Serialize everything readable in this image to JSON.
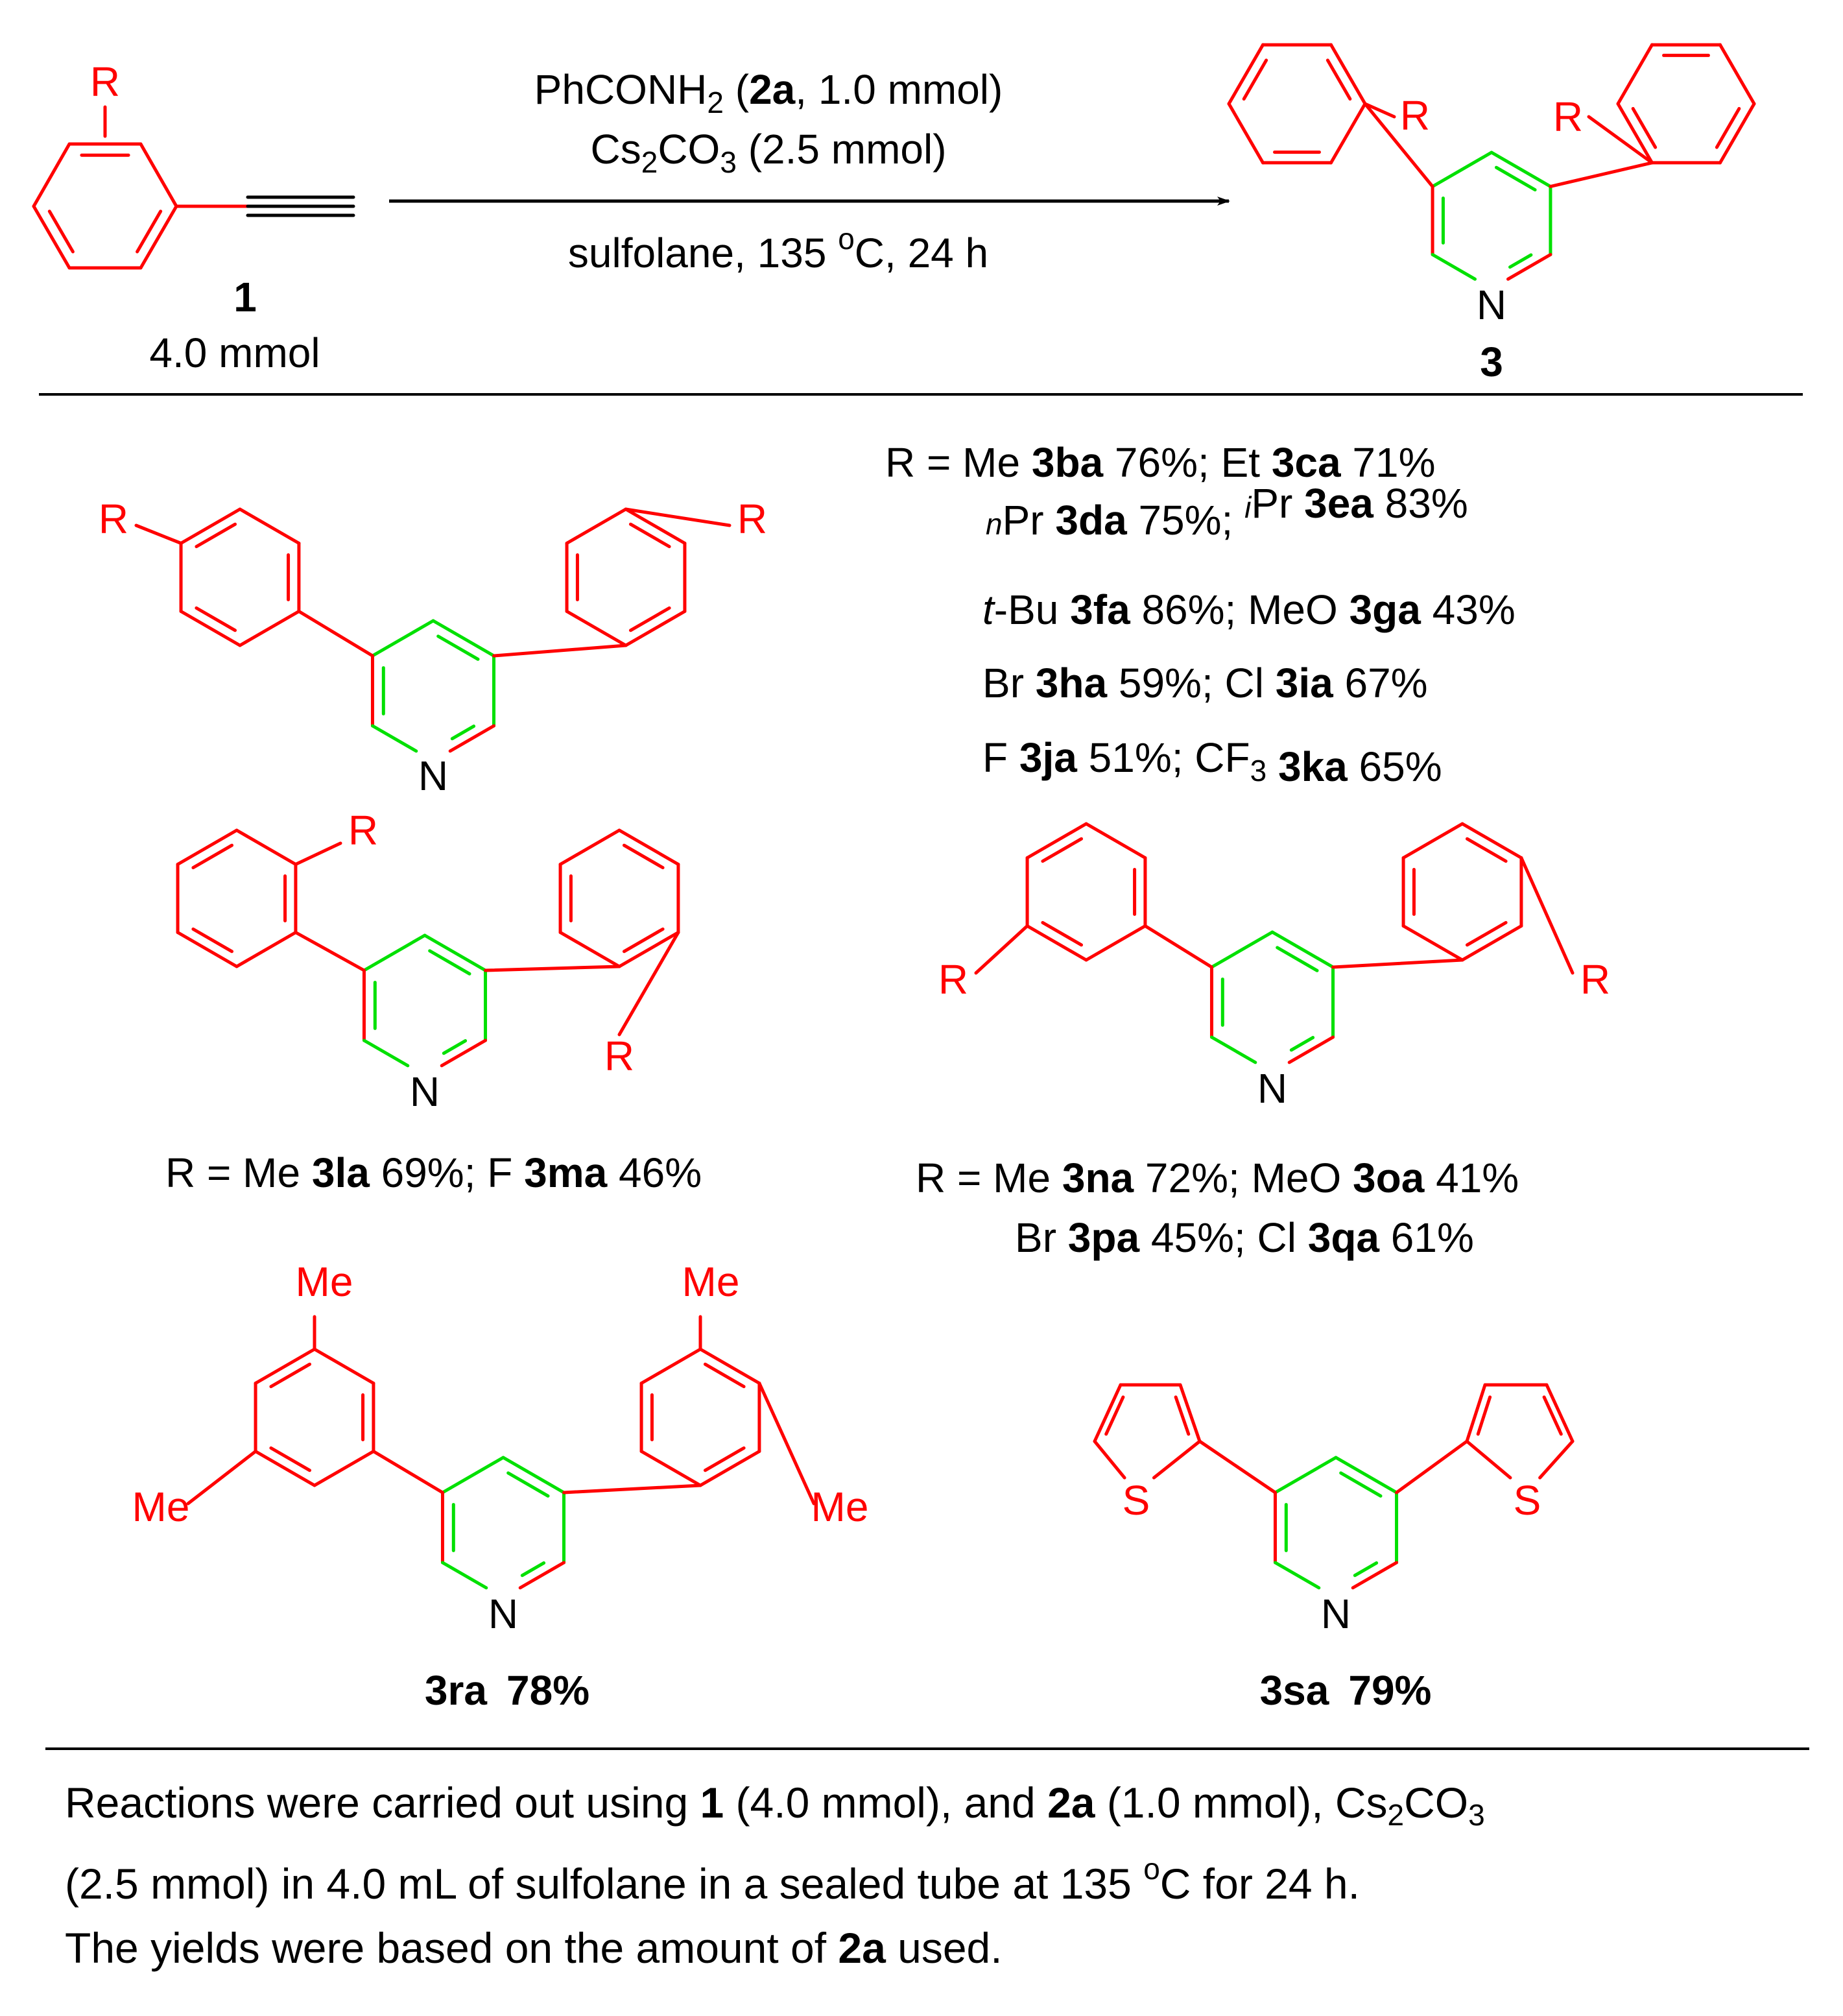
{
  "colors": {
    "aryl": "#ff0000",
    "new_bonds": "#00e000",
    "text": "#000000"
  },
  "reaction": {
    "reactant_sub": "R",
    "reactant_id": "1",
    "reactant_amount": "4.0 mmol",
    "cond1_pre": "PhCONH",
    "cond1_sub": "2",
    "cond1_open": " (",
    "cond1_bold": "2a",
    "cond1_post": ", 1.0 mmol)",
    "cond2_pre": "Cs",
    "cond2_sub1": "2",
    "cond2_mid": "CO",
    "cond2_sub2": "3",
    "cond2_post": " (2.5 mmol)",
    "cond3_pre": "sulfolane, 135 ",
    "cond3_sup": "o",
    "cond3_post": "C, 24 h",
    "product_id": "3",
    "product_n": "N",
    "product_r": "R"
  },
  "para": {
    "r": "R",
    "n": "N",
    "lines": [
      [
        {
          "t": "R = Me "
        },
        {
          "t": "3ba",
          "b": true
        },
        {
          "t": "  76%;   Et "
        },
        {
          "t": "3ca",
          "b": true
        },
        {
          "t": "  71%"
        }
      ],
      [
        {
          "t": "n",
          "sup": true
        },
        {
          "t": "Pr "
        },
        {
          "t": "3da",
          "b": true
        },
        {
          "t": "  75%;    "
        },
        {
          "t": "i",
          "sup": true
        },
        {
          "t": "Pr "
        },
        {
          "t": "3ea",
          "b": true
        },
        {
          "t": "  83%"
        }
      ],
      [
        {
          "t": "t",
          "i": true
        },
        {
          "t": "-Bu "
        },
        {
          "t": "3fa",
          "b": true
        },
        {
          "t": "  86%;   MeO "
        },
        {
          "t": "3ga",
          "b": true
        },
        {
          "t": "  43%"
        }
      ],
      [
        {
          "t": "Br "
        },
        {
          "t": "3ha",
          "b": true
        },
        {
          "t": " 59%;   Cl "
        },
        {
          "t": "3ia",
          "b": true
        },
        {
          "t": "  67%"
        }
      ],
      [
        {
          "t": "F "
        },
        {
          "t": "3ja",
          "b": true
        },
        {
          "t": "  51%;  CF"
        },
        {
          "t": "3",
          "sub": true
        },
        {
          "t": " "
        },
        {
          "t": "3ka",
          "b": true
        },
        {
          "t": "  65%"
        }
      ]
    ]
  },
  "ortho": {
    "r": "R",
    "n": "N",
    "line": [
      {
        "t": "R = Me "
      },
      {
        "t": "3la",
        "b": true
      },
      {
        "t": "  69%;  F "
      },
      {
        "t": "3ma",
        "b": true
      },
      {
        "t": " 46%"
      }
    ]
  },
  "meta": {
    "r": "R",
    "n": "N",
    "lines": [
      [
        {
          "t": "R = Me "
        },
        {
          "t": "3na",
          "b": true
        },
        {
          "t": "  72%; MeO "
        },
        {
          "t": "3oa",
          "b": true
        },
        {
          "t": "  41%"
        }
      ],
      [
        {
          "t": "Br "
        },
        {
          "t": "3pa",
          "b": true
        },
        {
          "t": " 45%;  Cl "
        },
        {
          "t": "3qa",
          "b": true
        },
        {
          "t": " 61%"
        }
      ]
    ]
  },
  "dimethyl": {
    "me": "Me",
    "n": "N",
    "id": "3ra",
    "yield": "78%"
  },
  "thienyl": {
    "s": "S",
    "n": "N",
    "id": "3sa",
    "yield": "79%"
  },
  "footnote": {
    "l1a": "Reactions were carried out using ",
    "l1b": "1",
    "l1c": " (4.0 mmol), and ",
    "l1d": "2a",
    "l1e": " (1.0 mmol), Cs",
    "l1f": "2",
    "l1g": "CO",
    "l1h": "3",
    "l2a": "(2.5 mmol) in 4.0 mL of sulfolane in a sealed tube at 135 ",
    "l2b": "o",
    "l2c": "C for 24 h.",
    "l3a": "The yields were based on the amount of ",
    "l3b": "2a",
    "l3c": " used."
  }
}
